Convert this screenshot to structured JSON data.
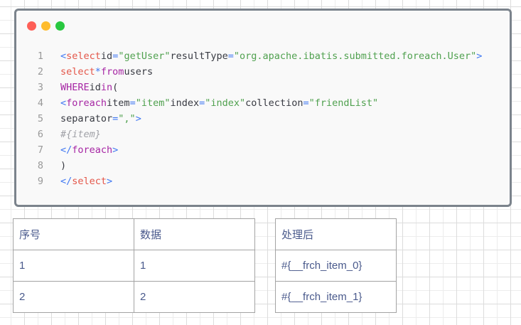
{
  "window": {
    "controls": [
      "close",
      "minimize",
      "maximize"
    ],
    "colors": {
      "close": "#fe5f57",
      "minimize": "#febc2e",
      "maximize": "#29c840"
    }
  },
  "code": {
    "language": "xml",
    "lines": [
      {
        "num": "1",
        "text": "<select id=\"getUser\" resultType=\"org.apache.ibatis.submitted.foreach.User\">"
      },
      {
        "num": "2",
        "text": "    select * from users"
      },
      {
        "num": "3",
        "text": "    WHERE id in ("
      },
      {
        "num": "4",
        "text": "    <foreach item=\"item\" index=\"index\" collection=\"friendList\""
      },
      {
        "num": "5",
        "text": "             separator=\",\" >"
      },
      {
        "num": "6",
        "text": "        #{item}"
      },
      {
        "num": "7",
        "text": "    </foreach>"
      },
      {
        "num": "8",
        "text": "    )"
      },
      {
        "num": "9",
        "text": "</select>"
      }
    ]
  },
  "table1": {
    "headers": [
      "序号",
      "数据"
    ],
    "rows": [
      [
        "1",
        "1"
      ],
      [
        "2",
        "2"
      ]
    ]
  },
  "table2": {
    "headers": [
      "处理后"
    ],
    "rows": [
      [
        "#{__frch_item_0}"
      ],
      [
        "#{__frch_item_1}"
      ]
    ]
  }
}
